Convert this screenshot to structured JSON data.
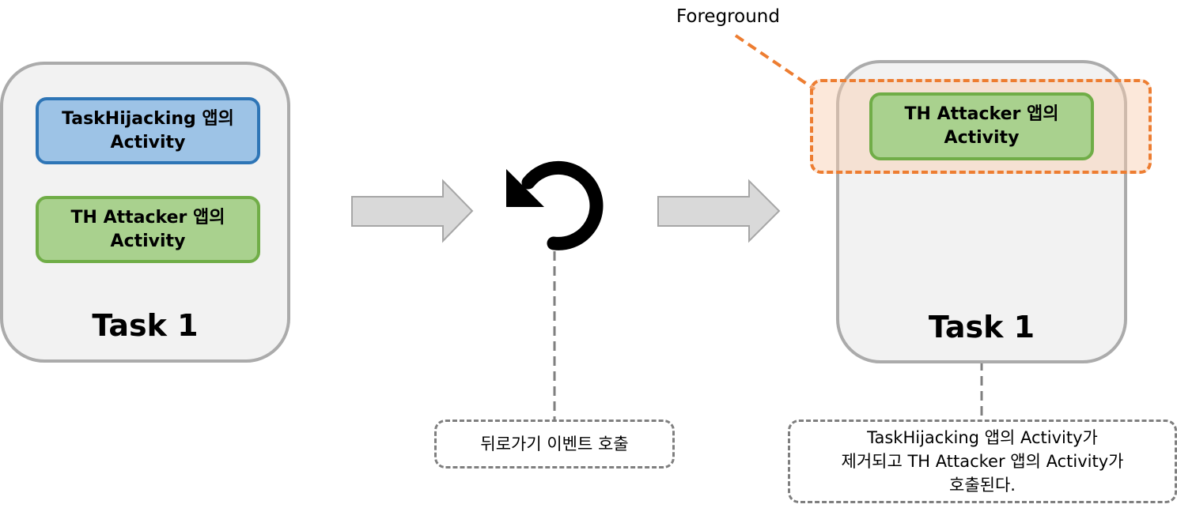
{
  "left_task": {
    "top_activity": "TaskHijacking 앱의\nActivity",
    "bottom_activity": "TH Attacker 앱의\nActivity",
    "label": "Task 1"
  },
  "back_event_note": "뒤로가기 이벤트 호출",
  "right_task": {
    "foreground_label": "Foreground",
    "activity": "TH Attacker 앱의\nActivity",
    "label": "Task 1"
  },
  "result_note": "TaskHijacking 앱의 Activity가\n제거되고 TH Attacker 앱의 Activity가\n호출된다.",
  "colors": {
    "task_fill": "#f2f2f2",
    "task_border": "#ababab",
    "blue_fill": "#9dc3e6",
    "blue_border": "#2e75b6",
    "green_fill": "#a9d18e",
    "green_border": "#70ad47",
    "foreground_orange": "#ed7d31"
  },
  "icons": [
    "arrow-right-icon",
    "back-undo-icon",
    "arrow-right-icon"
  ]
}
